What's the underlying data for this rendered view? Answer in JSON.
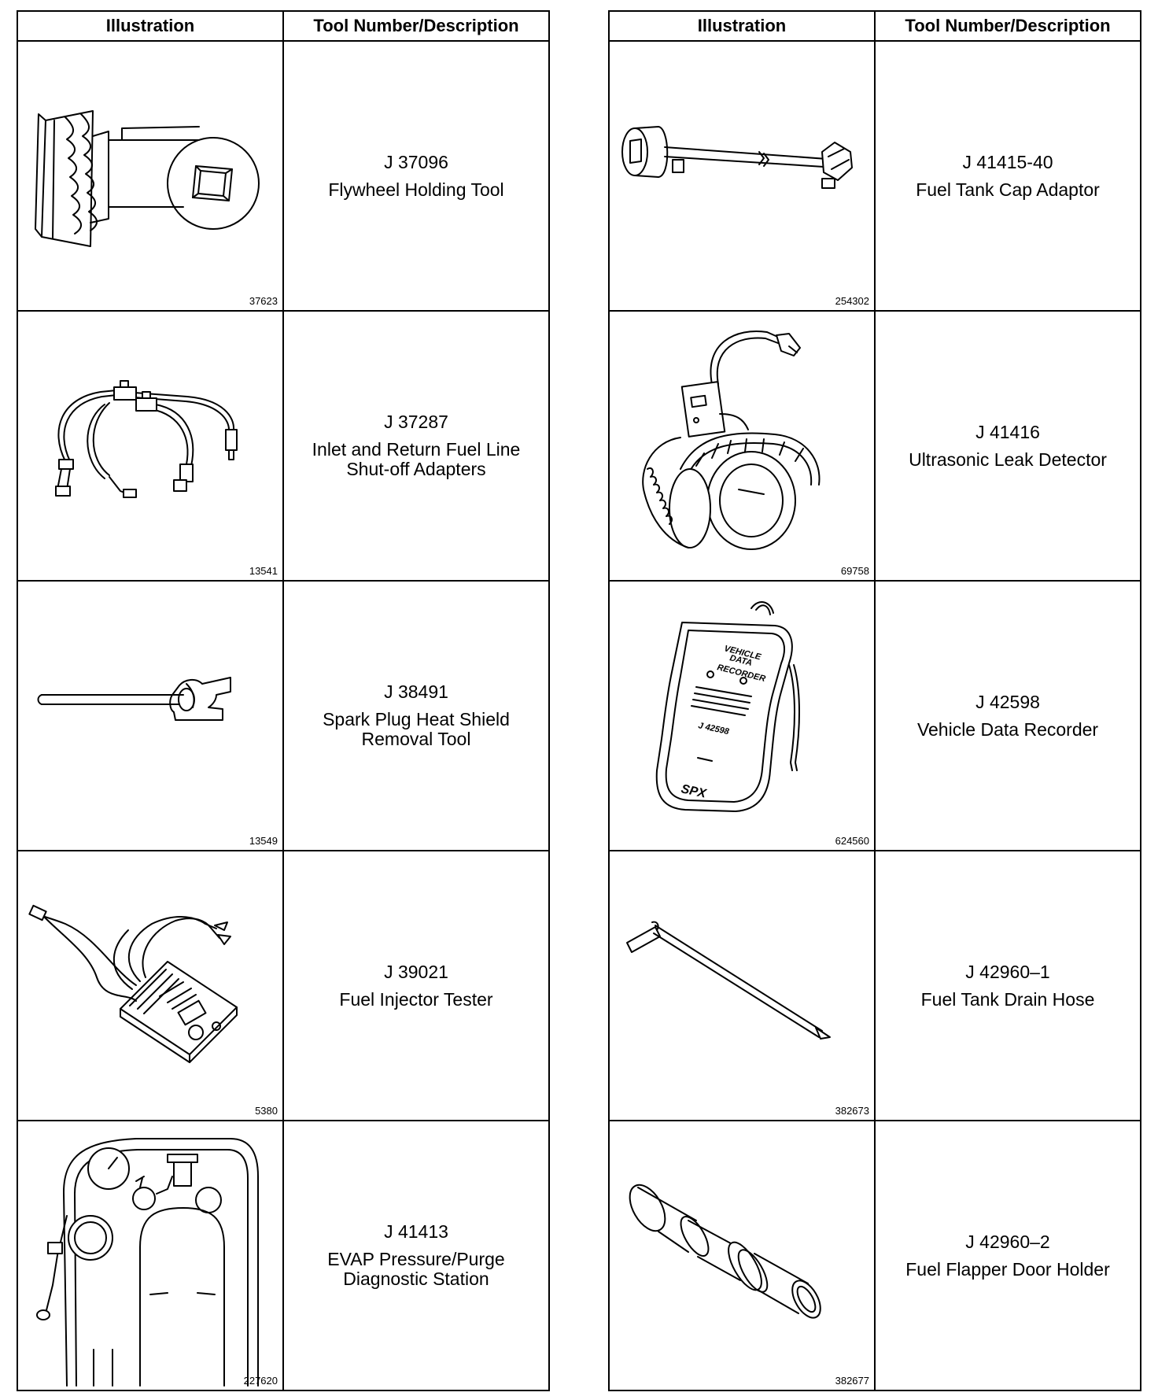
{
  "headers": {
    "illustration": "Illustration",
    "tool": "Tool Number/Description"
  },
  "left_rows": [
    {
      "fig": "37623",
      "number": "J 37096",
      "description": "Flywheel Holding Tool",
      "icon": "flywheel-holding-tool-icon"
    },
    {
      "fig": "13541",
      "number": "J 37287",
      "description": "Inlet and Return Fuel Line\nShut-off Adapters",
      "icon": "fuel-line-adapters-icon"
    },
    {
      "fig": "13549",
      "number": "J 38491",
      "description": "Spark Plug Heat Shield\nRemoval Tool",
      "icon": "heat-shield-removal-tool-icon"
    },
    {
      "fig": "5380",
      "number": "J 39021",
      "description": "Fuel Injector Tester",
      "icon": "fuel-injector-tester-icon"
    },
    {
      "fig": "227620",
      "number": "J 41413",
      "description": "EVAP Pressure/Purge\nDiagnostic Station",
      "icon": "evap-diagnostic-station-icon"
    }
  ],
  "right_rows": [
    {
      "fig": "254302",
      "number": "J 41415-40",
      "description": "Fuel Tank Cap Adaptor",
      "icon": "fuel-tank-cap-adaptor-icon"
    },
    {
      "fig": "69758",
      "number": "J 41416",
      "description": "Ultrasonic Leak Detector",
      "icon": "ultrasonic-leak-detector-icon"
    },
    {
      "fig": "624560",
      "number": "J 42598",
      "description": "Vehicle Data Recorder",
      "icon": "vehicle-data-recorder-icon",
      "device_text": {
        "title_1": "VEHICLE",
        "title_2": "DATA",
        "title_3": "RECORDER",
        "model": "J 42598",
        "brand": "SPX"
      }
    },
    {
      "fig": "382673",
      "number": "J 42960–1",
      "description": "Fuel Tank Drain Hose",
      "icon": "fuel-tank-drain-hose-icon"
    },
    {
      "fig": "382677",
      "number": "J 42960–2",
      "description": "Fuel Flapper Door Holder",
      "icon": "fuel-flapper-door-holder-icon"
    }
  ]
}
